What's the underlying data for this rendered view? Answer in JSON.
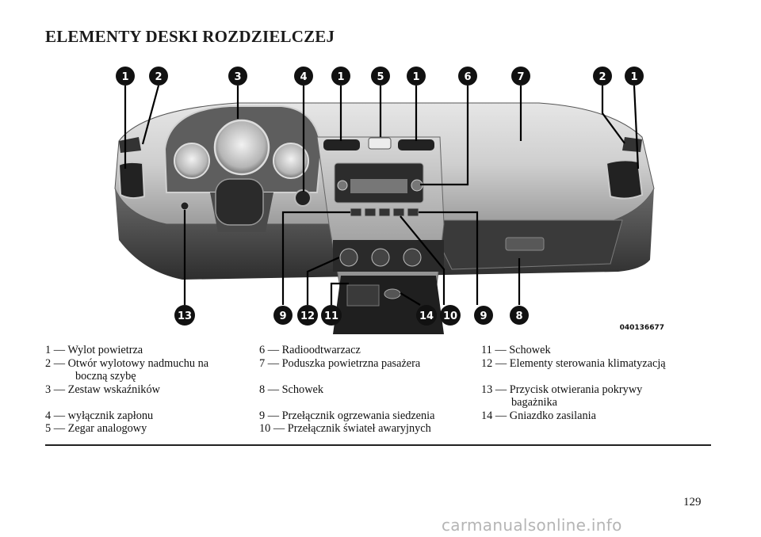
{
  "page": {
    "title": "ELEMENTY DESKI ROZDZIELCZEJ",
    "page_number": "129",
    "watermark": "carmanualsonline.info"
  },
  "figure": {
    "image_code": "040136677",
    "top_callouts": [
      "1",
      "2",
      "3",
      "4",
      "1",
      "5",
      "1",
      "6",
      "7",
      "2",
      "1"
    ],
    "bottom_callouts": [
      "13",
      "9",
      "12",
      "11",
      "14",
      "10",
      "9",
      "8"
    ]
  },
  "legend": {
    "col1": [
      {
        "text": "1 — Wylot powietrza"
      },
      {
        "text": "2 — Otwór wylotowy nadmuchu na",
        "cont": "boczną szybę"
      },
      {
        "text": "3 — Zestaw wskaźników"
      },
      {
        "text": ""
      },
      {
        "text": "4 — wyłącznik zapłonu"
      },
      {
        "text": "5 — Zegar analogowy"
      }
    ],
    "col2": [
      {
        "text": "6 — Radioodtwarzacz"
      },
      {
        "text": "7 — Poduszka powietrzna pasażera"
      },
      {
        "text": ""
      },
      {
        "text": "8 — Schowek"
      },
      {
        "text": ""
      },
      {
        "text": "9 — Przełącznik ogrzewania siedzenia"
      },
      {
        "text": "10 — Przełącznik świateł awaryjnych"
      }
    ],
    "col3": [
      {
        "text": "11 — Schowek"
      },
      {
        "text": "12 — Elementy sterowania klimatyzacją"
      },
      {
        "text": ""
      },
      {
        "text": "13 — Przycisk otwierania pokrywy",
        "cont": "bagażnika"
      },
      {
        "text": "14 — Gniazdko zasilania"
      }
    ]
  }
}
